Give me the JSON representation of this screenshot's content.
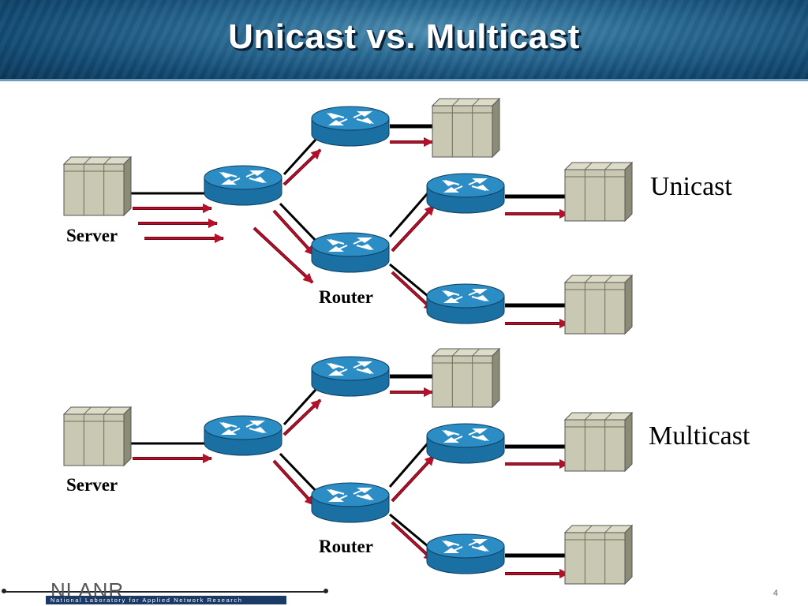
{
  "slide": {
    "title": "Unicast vs. Multicast",
    "page_number": "4"
  },
  "diagram": {
    "unicast": {
      "caption": "Unicast",
      "server_label": "Server",
      "router_label": "Router"
    },
    "multicast": {
      "caption": "Multicast",
      "server_label": "Server",
      "router_label": "Router"
    }
  },
  "footer": {
    "logo_mark": "NLANR",
    "logo_text": "National Laboratory for Applied Network Research"
  },
  "colors": {
    "header_blue": "#134b74",
    "router_blue": "#1f7bb0",
    "server_beige": "#c9c9b3",
    "arrow_red": "#b5102a",
    "link_black": "#000000"
  }
}
